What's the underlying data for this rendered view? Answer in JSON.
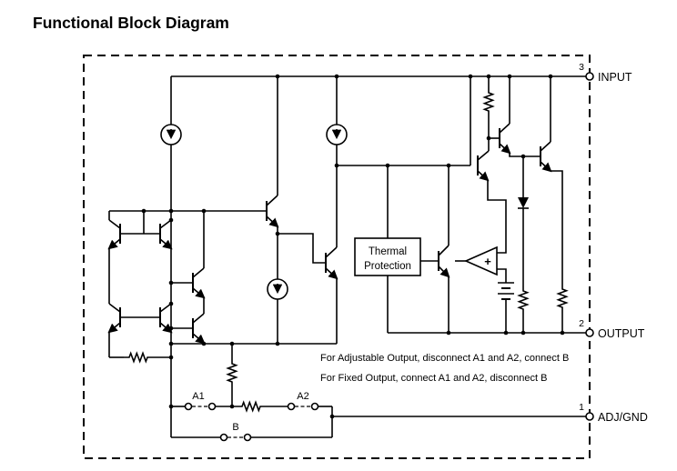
{
  "title": "Functional Block Diagram",
  "diagram": {
    "pins": [
      {
        "number": "3",
        "label": "INPUT"
      },
      {
        "number": "2",
        "label": "OUTPUT"
      },
      {
        "number": "1",
        "label": "ADJ/GND"
      }
    ],
    "blocks": {
      "thermal_line1": "Thermal",
      "thermal_line2": "Protection"
    },
    "opamp_plus": "+",
    "switches": {
      "a1": "A1",
      "a2": "A2",
      "b": "B"
    },
    "notes": [
      "For Adjustable Output, disconnect A1 and A2, connect B",
      "For Fixed Output, connect A1 and A2, disconnect B"
    ]
  },
  "colors": {
    "ink": "#000000",
    "background": "#ffffff"
  }
}
